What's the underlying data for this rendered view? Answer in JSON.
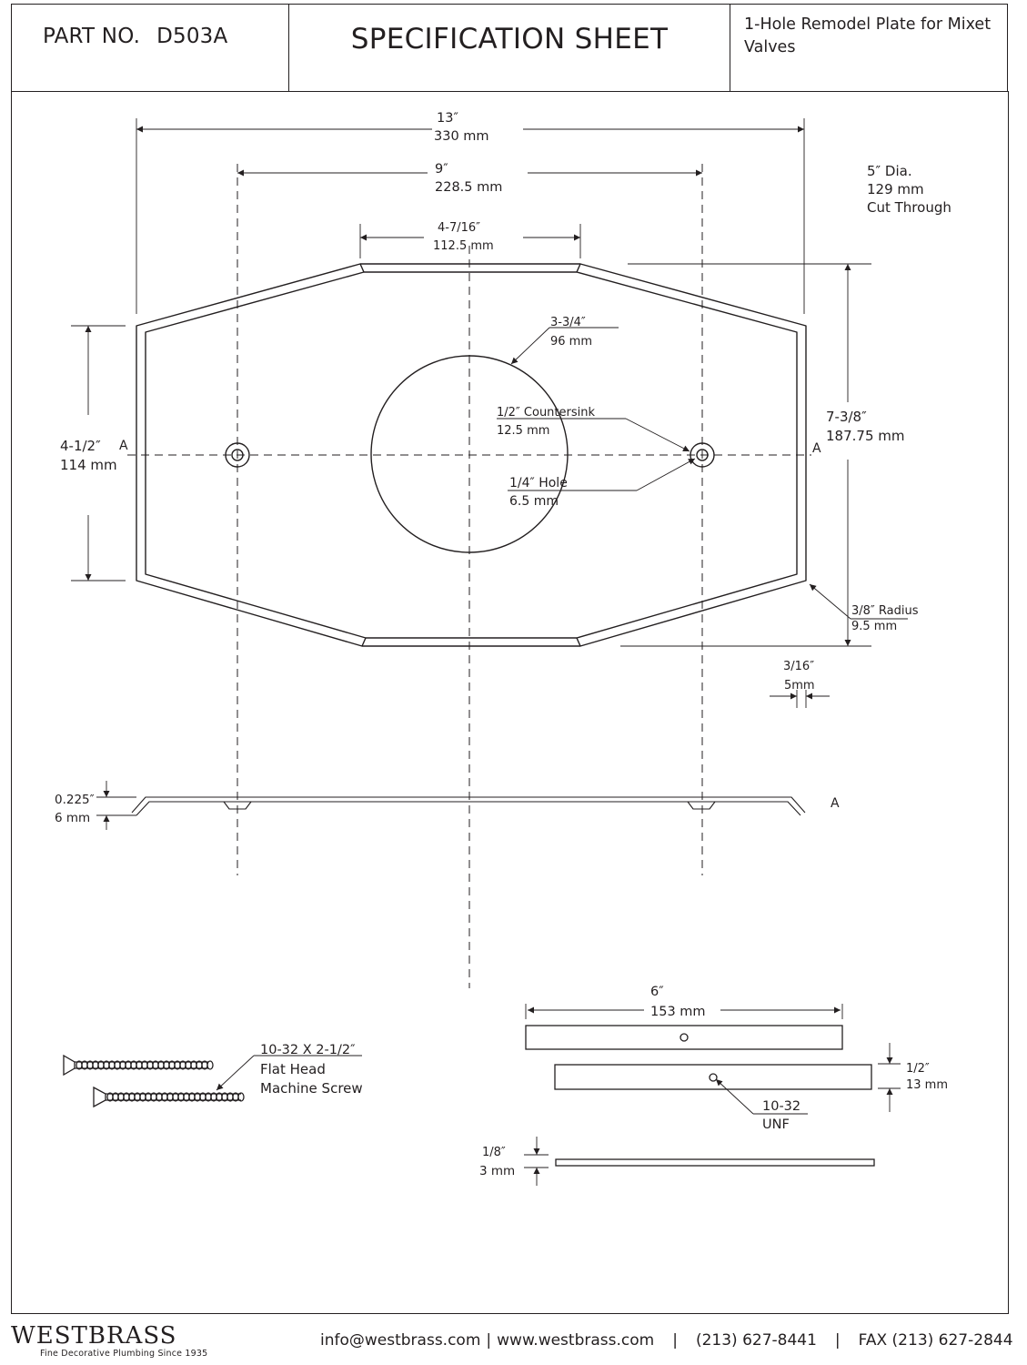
{
  "header": {
    "part_label": "PART NO.",
    "part_number": "D503A",
    "title": "SPECIFICATION SHEET",
    "description": "1-Hole Remodel Plate for  Mixet Valves"
  },
  "plate_dims": {
    "overall_width_in": "13″",
    "overall_width_mm": "330 mm",
    "hole_spacing_in": "9″",
    "hole_spacing_mm": "228.5 mm",
    "top_edge_in": "4-7/16″",
    "top_edge_mm": "112.5 mm",
    "cutout_label_1": "5″ Dia.",
    "cutout_label_2": "129 mm",
    "cutout_label_3": "Cut Through",
    "circle_in": "3-3/4″",
    "circle_mm": "96 mm",
    "countersink_in": "1/2″ Countersink",
    "countersink_mm": "12.5 mm",
    "hole_in": "1/4″ Hole",
    "hole_mm": "6.5 mm",
    "height_in": "7-3/8″",
    "height_mm": "187.75 mm",
    "side_edge_in": "4-1/2″",
    "side_edge_mm": "114 mm",
    "section_left": "A",
    "section_right": "A",
    "radius_in": "3/8″ Radius",
    "radius_mm": "9.5 mm",
    "offset_in": "3/16″",
    "offset_mm": "5mm"
  },
  "section_view": {
    "thickness_in": "0.225″",
    "thickness_mm": "6 mm",
    "label": "A"
  },
  "screw": {
    "label_1": "10-32 X 2-1/2″",
    "label_2": "Flat Head",
    "label_3": "Machine Screw"
  },
  "bar": {
    "length_in": "6″",
    "length_mm": "153 mm",
    "height_in": "1/2″",
    "height_mm": "13 mm",
    "thread_1": "10-32",
    "thread_2": "UNF",
    "thickness_in": "1/8″",
    "thickness_mm": "3 mm"
  },
  "footer": {
    "brand": "WESTBRASS",
    "tagline": "Fine Decorative Plumbing Since 1935",
    "email": "info@westbrass.com",
    "sep1": "|",
    "website": "www.westbrass.com",
    "sep2": "|",
    "phone": "(213) 627-8441",
    "sep3": "|",
    "fax": "FAX (213) 627-2844"
  }
}
